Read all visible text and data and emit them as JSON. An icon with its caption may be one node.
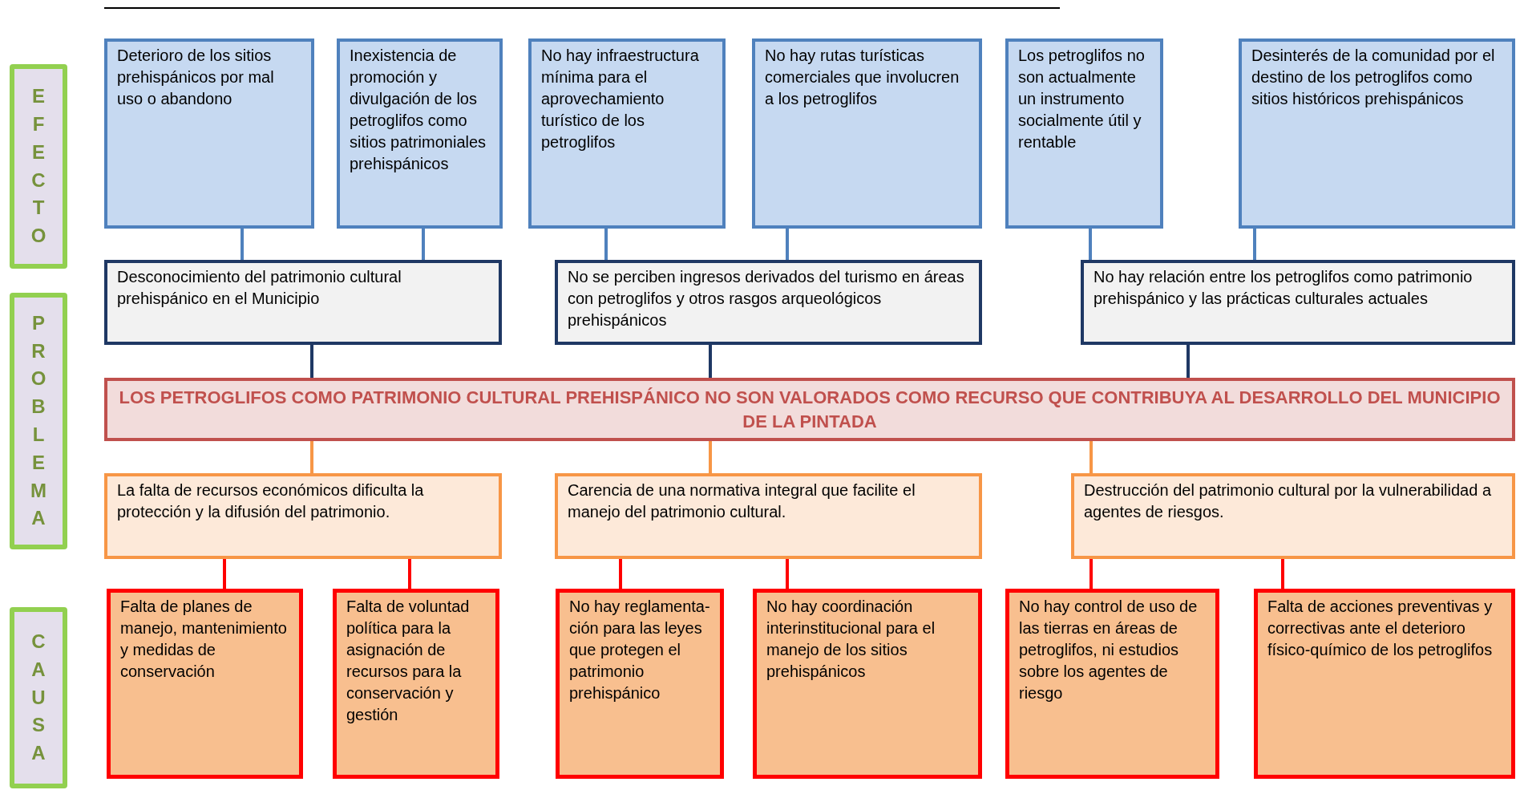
{
  "diagram": {
    "nodes": [
      {
        "text": [
          "EFECTO"
        ]
      },
      {
        "text": [
          "Deterioro de los sitios prehispánicos por mal uso o abandono"
        ]
      },
      {
        "text": [
          "Inexistencia de promoción y divulgación de los petroglifos como sitios patrimoniales prehispánicos"
        ]
      },
      {
        "text": [
          "No hay infraestructura mínima para el aprovechamiento turístico de los petroglifos"
        ]
      },
      {
        "text": [
          "No hay rutas turísticas comerciales que involucren a los petroglifos"
        ]
      },
      {
        "text": [
          "Los petroglifos no son actualmente un instrumento socialmente útil y rentable"
        ]
      },
      {
        "text": [
          "Desinterés de la comunidad por el destino de los petroglifos como sitios históricos prehispánicos"
        ]
      },
      {
        "text": [
          "PROBLEMA"
        ]
      },
      {
        "text": [
          "Desconocimiento del patrimonio cultural prehispánico en el Municipio"
        ]
      },
      {
        "text": [
          "No se perciben ingresos derivados del turismo en áreas con petroglifos y otros rasgos arqueológicos prehispánicos"
        ]
      },
      {
        "text": [
          "No hay relación entre los petroglifos como patrimonio prehispánico y las prácticas culturales actuales"
        ]
      },
      {
        "text": [
          "LOS PETROGLIFOS COMO PATRIMONIO CULTURAL PREHISPÁNICO NO SON VALORADOS COMO RECURSO QUE CONTRIBUYA AL DESARROLLO DEL MUNICIPIO DE LA PINTADA"
        ]
      },
      {
        "text": [
          "La falta de recursos económicos dificulta la protección y la difusión del patrimonio."
        ]
      },
      {
        "text": [
          "Carencia de una normativa integral que facilite el manejo del patrimonio cultural."
        ]
      },
      {
        "text": [
          "Destrucción del patrimonio cultural por la vulnerabilidad a agentes de riesgos."
        ]
      },
      {
        "text": [
          "CAUSA"
        ]
      },
      {
        "text": [
          "Falta de planes de manejo, mantenimiento y medidas de conservación"
        ]
      },
      {
        "text": [
          "Falta de voluntad política para la asignación de recursos para la conservación y gestión"
        ]
      },
      {
        "text": [
          "No hay reglamenta-ción para las leyes que protegen el patrimonio prehispánico"
        ]
      },
      {
        "text": [
          "No hay coordinación interinstitucional para el manejo de los sitios prehispánicos"
        ]
      },
      {
        "text": [
          "No hay control de uso de las tierras en áreas de petroglifos, ni estudios sobre los agentes de riesgo"
        ]
      },
      {
        "text": [
          "Falta de acciones preventivas y correctivas ante el deterioro físico-químico de los petroglifos"
        ]
      }
    ],
    "edges": [
      {
        "from": 1,
        "to": 8,
        "arrow": "none",
        "color": "#4f81bd"
      },
      {
        "from": 2,
        "to": 8,
        "arrow": "none",
        "color": "#4f81bd"
      },
      {
        "from": 3,
        "to": 9,
        "arrow": "none",
        "color": "#4f81bd"
      },
      {
        "from": 4,
        "to": 9,
        "arrow": "none",
        "color": "#4f81bd"
      },
      {
        "from": 5,
        "to": 10,
        "arrow": "none",
        "color": "#4f81bd"
      },
      {
        "from": 6,
        "to": 10,
        "arrow": "none",
        "color": "#4f81bd"
      },
      {
        "from": 8,
        "to": 11,
        "arrow": "none",
        "color": "#1f3864"
      },
      {
        "from": 9,
        "to": 11,
        "arrow": "none",
        "color": "#1f3864"
      },
      {
        "from": 10,
        "to": 11,
        "arrow": "none",
        "color": "#1f3864"
      },
      {
        "from": 11,
        "to": 12,
        "arrow": "none",
        "color": "#f79646"
      },
      {
        "from": 11,
        "to": 13,
        "arrow": "none",
        "color": "#f79646"
      },
      {
        "from": 11,
        "to": 14,
        "arrow": "none",
        "color": "#f79646"
      },
      {
        "from": 12,
        "to": 16,
        "arrow": "none",
        "color": "#ff0000"
      },
      {
        "from": 12,
        "to": 17,
        "arrow": "none",
        "color": "#ff0000"
      },
      {
        "from": 13,
        "to": 18,
        "arrow": "none",
        "color": "#ff0000"
      },
      {
        "from": 13,
        "to": 19,
        "arrow": "none",
        "color": "#ff0000"
      },
      {
        "from": 14,
        "to": 20,
        "arrow": "none",
        "color": "#ff0000"
      },
      {
        "from": 14,
        "to": 21,
        "arrow": "none",
        "color": "#ff0000"
      }
    ]
  }
}
